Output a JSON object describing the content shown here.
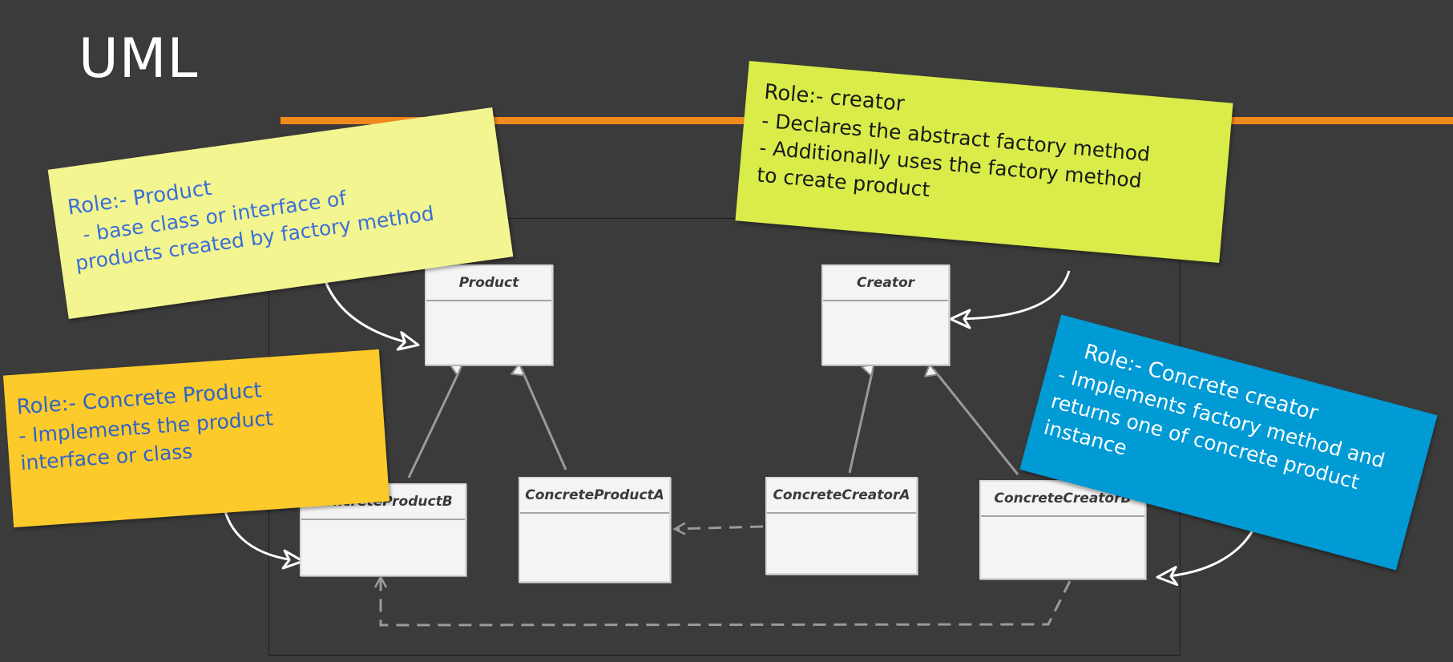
{
  "slide": {
    "title": "UML"
  },
  "classes": {
    "product": "Product",
    "creator": "Creator",
    "concrete_product_b": "ConcreteProductB",
    "concrete_product_a": "ConcreteProductA",
    "concrete_creator_a": "ConcreteCreatorA",
    "concrete_creator_b": "ConcreteCreatorB"
  },
  "notes": {
    "product": {
      "color": "#f3f590",
      "text_color": "#3a6fd8",
      "heading": "Role:- Product",
      "lines": [
        "- base class or interface of",
        "products created by factory method"
      ]
    },
    "creator": {
      "color": "#d9ec49",
      "text_color": "#1a1a1a",
      "heading": "Role:- creator",
      "lines": [
        "- Declares the abstract factory method",
        "- Additionally uses the factory method",
        "to create product"
      ]
    },
    "concrete_product": {
      "color": "#fcca2a",
      "text_color": "#2f64c9",
      "heading": "Role:- Concrete Product",
      "lines": [
        "- Implements the product",
        "interface or class"
      ]
    },
    "concrete_creator": {
      "color": "#009ad4",
      "text_color": "#ffffff",
      "heading": "Role:- Concrete creator",
      "lines": [
        "- Implements factory method and",
        "returns one of concrete product",
        "instance"
      ]
    }
  }
}
